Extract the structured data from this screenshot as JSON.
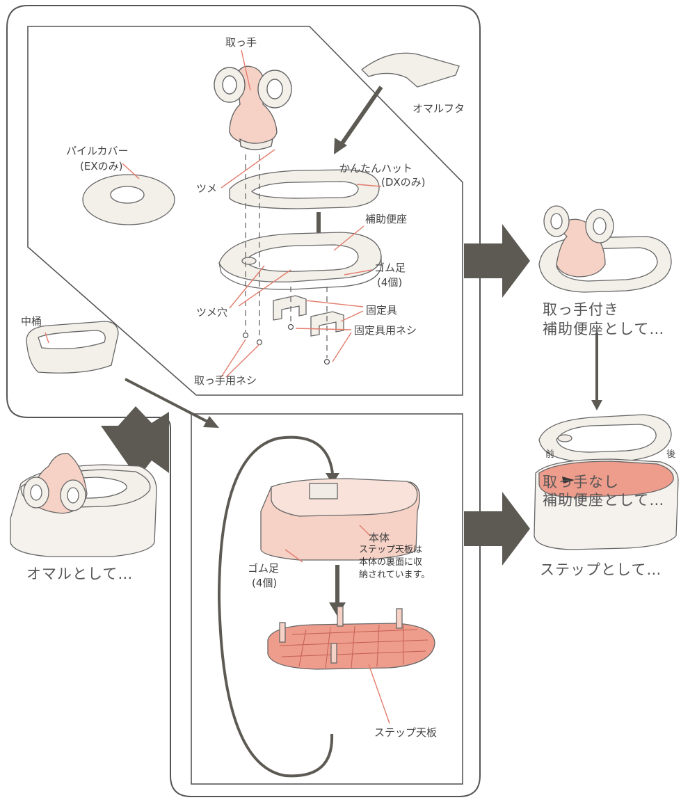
{
  "labels": {
    "handle": "取っ手",
    "omaru_lid": "オマルフタ",
    "pile_cover_1": "パイルカバー",
    "pile_cover_2": "(EXのみ)",
    "kantan_hat_1": "かんたんハット",
    "kantan_hat_2": "(DXのみ)",
    "tab": "ツメ",
    "aux_seat": "補助便座",
    "rubber_feet_top_1": "ゴム足",
    "rubber_feet_top_2": "(4個)",
    "tab_hole": "ツメ穴",
    "fixture": "固定具",
    "fixture_screw": "固定具用ネシ",
    "handle_screw": "取っ手用ネシ",
    "inner_bucket": "中桶",
    "body": "本体",
    "step_note_1": "ステップ天板は",
    "step_note_2": "本体の裏面に収",
    "step_note_3": "納されています。",
    "rubber_feet_bottom_1": "ゴム足",
    "rubber_feet_bottom_2": "(4個)",
    "step_top": "ステップ天板",
    "front": "前",
    "back": "後"
  },
  "usages": {
    "with_handle_1": "取っ手付き",
    "with_handle_2": "補助便座として…",
    "no_handle_1": "取っ手なし",
    "no_handle_2": "補助便座として…",
    "as_omaru": "オマルとして…",
    "as_step": "ステップとして…"
  },
  "colors": {
    "pink": "#f6d2c6",
    "pink_dark": "#ee9c8c",
    "arrow": "#5d5a54",
    "line": "#e37c6c",
    "stroke": "#666666"
  }
}
